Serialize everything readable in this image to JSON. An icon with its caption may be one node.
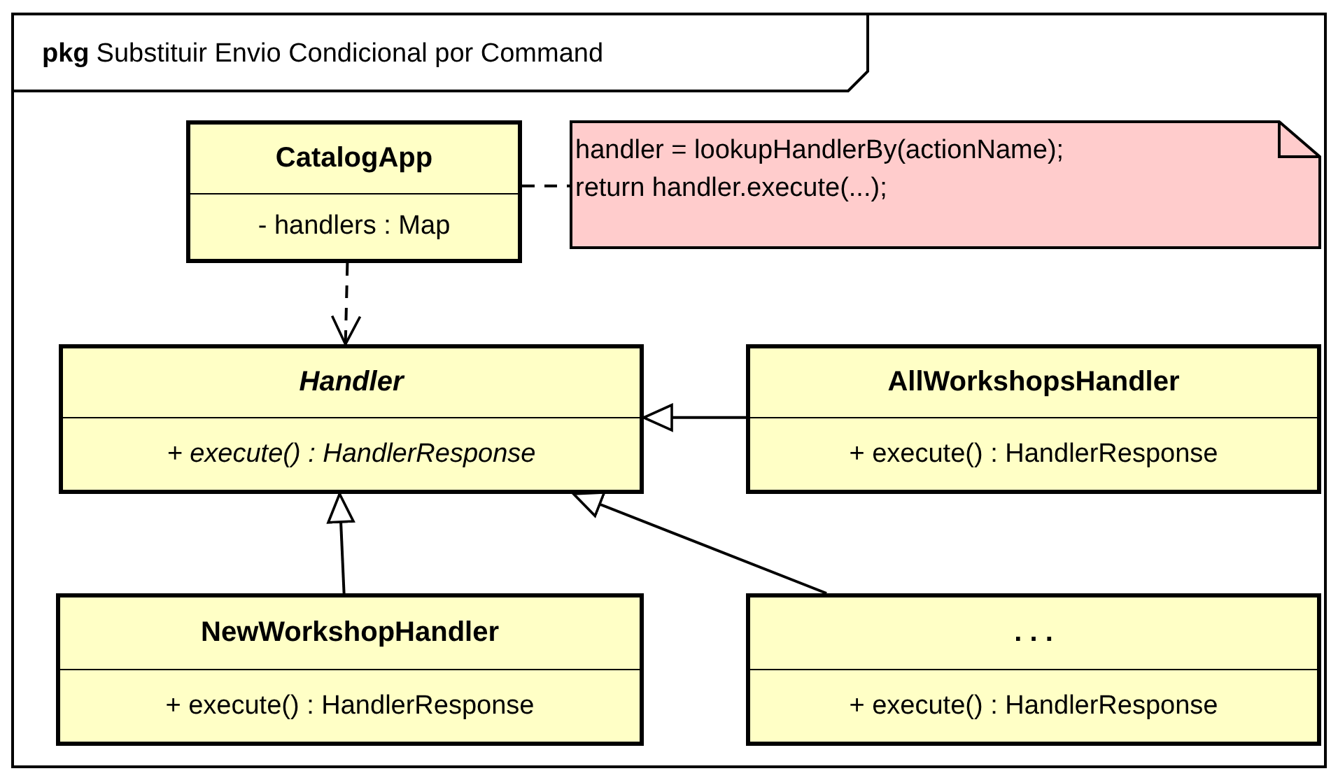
{
  "diagram": {
    "nodes": [
      {
        "text": [
          "pkg",
          "Substituir Envio Condicional por Command"
        ]
      },
      {
        "text": [
          "CatalogApp",
          "- handlers : Map"
        ],
        "in": 0
      },
      {
        "text": [
          "handler = lookupHandlerBy(actionName); return handler.execute(...);"
        ],
        "in": 0
      },
      {
        "text": [
          "Handler",
          "+ execute() : HandlerResponse"
        ],
        "in": 0
      },
      {
        "text": [
          "AllWorkshopsHandler",
          "+ execute() : HandlerResponse"
        ],
        "in": 0
      },
      {
        "text": [
          "NewWorkshopHandler",
          "+ execute() : HandlerResponse"
        ],
        "in": 0
      },
      {
        "text": [
          ". . .",
          "+ execute() : HandlerResponse"
        ],
        "in": 0
      }
    ],
    "edges": [
      {
        "from": 1,
        "to": 2,
        "arrow": "none",
        "style": "dashed"
      },
      {
        "from": 1,
        "to": 3,
        "arrow": "to",
        "style": "dashed"
      },
      {
        "from": 4,
        "to": 3,
        "arrow": "to"
      },
      {
        "from": 5,
        "to": 3,
        "arrow": "to"
      },
      {
        "from": 6,
        "to": 3,
        "arrow": "to"
      }
    ]
  }
}
